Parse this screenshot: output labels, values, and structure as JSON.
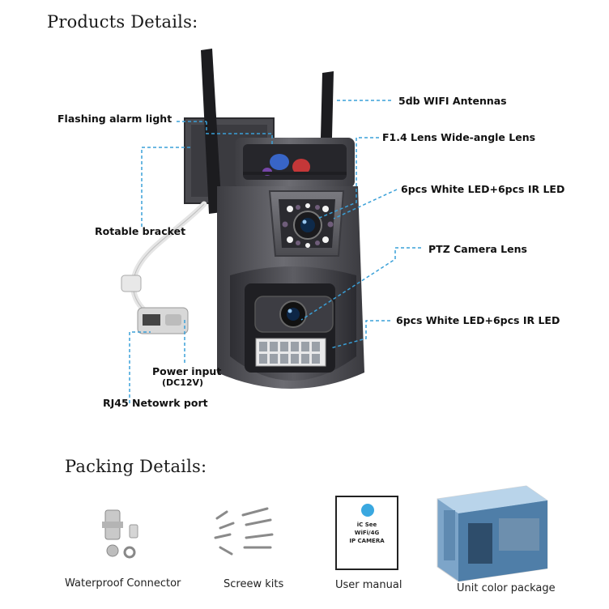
{
  "products_title": "Products Details:",
  "packing_title": "Packing Details:",
  "product_labels": {
    "antennas": "5db WIFI Antennas",
    "alarm_light": "Flashing alarm light",
    "lens_wide": "F1.4 Lens Wide-angle Lens",
    "led_top": "6pcs White LED+6pcs IR LED",
    "bracket": "Rotable bracket",
    "ptz_lens": "PTZ Camera Lens",
    "led_bottom": "6pcs White LED+6pcs IR LED",
    "power_input": "Power input",
    "power_spec": "(DC12V)",
    "rj45": "RJ45 Netowrk port"
  },
  "packing_items": [
    {
      "label": "Waterproof Connector"
    },
    {
      "label": "Screew kits"
    },
    {
      "label": "User manual"
    },
    {
      "label": "Unit color package"
    }
  ],
  "manual_cover": {
    "line1": "iC See",
    "line2": "WiFi/4G",
    "line3": "IP CAMERA"
  },
  "colors": {
    "leader_line": "#3aa0d8",
    "camera_body": "#5a5a5e",
    "camera_dark": "#2a2a2e"
  }
}
